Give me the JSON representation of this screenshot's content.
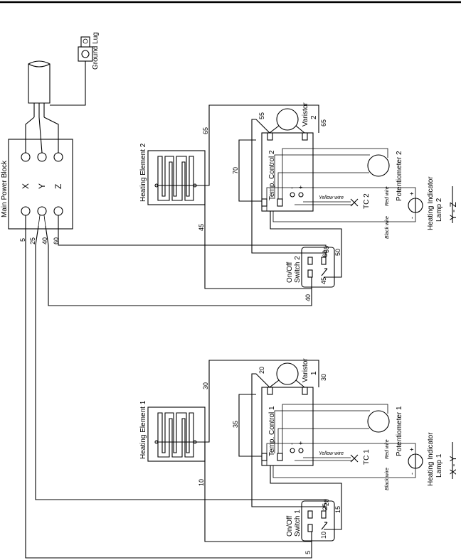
{
  "labels": {
    "main_power_block": "Main Power Block",
    "ground_lug": "Ground Lug",
    "terminal_x": "X",
    "terminal_y": "Y",
    "terminal_z": "Z",
    "heating_element_1": "Heating Element 1",
    "heating_element_2": "Heating Element 2",
    "temp_control_1": "Temp. Control 1",
    "temp_control_2": "Temp. Control 2",
    "varistor_1": "Varistor 1",
    "varistor_2": "Varistor 2",
    "potentiometer_1": "Potentiometer 1",
    "potentiometer_2": "Potentiometer 2",
    "switch_1": "On/Off Switch 1",
    "switch_2": "On/Off Switch 2",
    "tc_1": "TC 1",
    "tc_2": "TC 2",
    "lamp_1": "Heating Indicator Lamp 1",
    "lamp_2": "Heating Indicator Lamp 2",
    "yellow_wire": "Yellow wire",
    "red_wire": "Red wire",
    "black_wire": "Black wire",
    "phase_1": "X - Y",
    "phase_2": "Y - Z",
    "plus": "+",
    "minus": "-"
  },
  "wire_numbers": {
    "w5": "5",
    "w10": "10",
    "w15": "15",
    "w20": "20",
    "w25": "25",
    "w30": "30",
    "w35": "35",
    "w40": "40",
    "w45": "45",
    "w50": "50",
    "w55": "55",
    "w60": "60",
    "w65": "65",
    "w70": "70"
  },
  "colors": {
    "ink": "#000000",
    "paper": "#ffffff"
  }
}
